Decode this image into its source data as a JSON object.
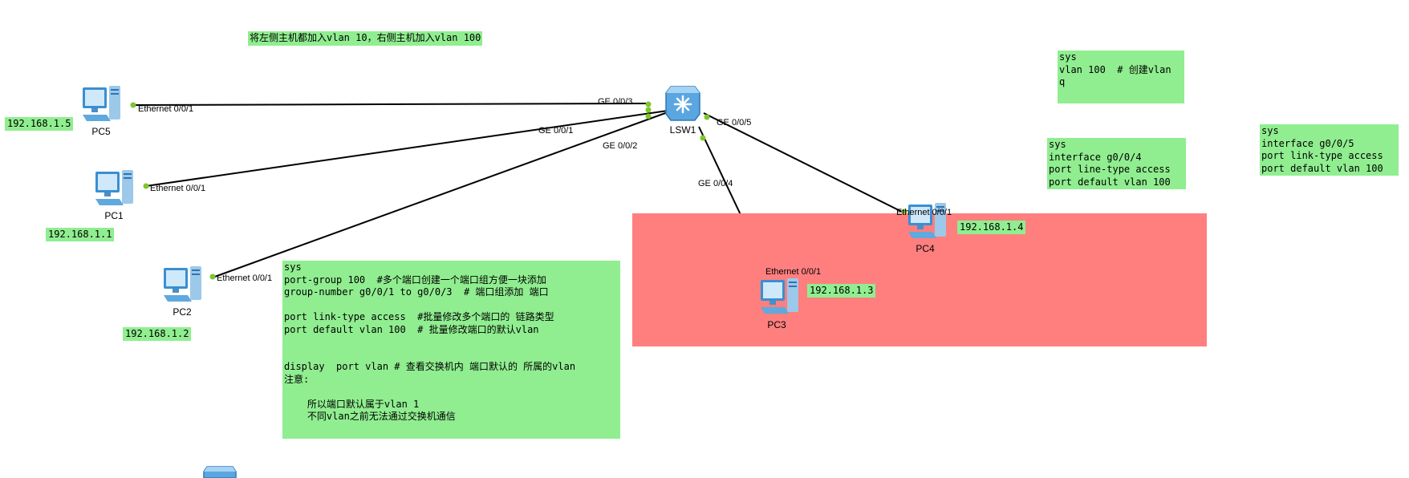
{
  "title_note": "将左侧主机都加入vlan 10，右侧主机加入vlan 100",
  "notes": {
    "create_vlan": "sys\nvlan 100  # 创建vlan\nq",
    "pc3_config": "sys\ninterface g0/0/4\nport line-type access\nport default vlan 100",
    "pc4_config": "sys\ninterface g0/0/5\nport link-type access\nport default vlan 100",
    "port_group": "sys\nport-group 100  #多个端口创建一个端口组方便一块添加\ngroup-number g0/0/1 to g0/0/3  # 端口组添加 端口\n\nport link-type access  #批量修改多个端口的 链路类型\nport default vlan 100  # 批量修改端口的默认vlan\n\n\ndisplay  port vlan # 查看交换机内 端口默认的 所属的vlan\n注意:\n\n    所以端口默认属于vlan 1\n    不同vlan之前无法通过交换机通信"
  },
  "devices": {
    "switch": "LSW1",
    "pc5": "PC5",
    "pc1": "PC1",
    "pc2": "PC2",
    "pc3": "PC3",
    "pc4": "PC4"
  },
  "ips": {
    "pc5": "192.168.1.5",
    "pc1": "192.168.1.1",
    "pc2": "192.168.1.2",
    "pc3": "192.168.1.3",
    "pc4": "192.168.1.4"
  },
  "ports": {
    "pc5_eth": "Ethernet 0/0/1",
    "pc1_eth": "Ethernet 0/0/1",
    "pc2_eth": "Ethernet 0/0/1",
    "pc3_eth": "Ethernet 0/0/1",
    "pc4_eth": "Ethernet 0/0/1",
    "sw_ge3": "GE 0/0/3",
    "sw_ge1": "GE 0/0/1",
    "sw_ge2": "GE 0/0/2",
    "sw_ge5": "GE 0/0/5",
    "sw_ge4": "GE 0/0/4"
  },
  "colors": {
    "note_bg": "#90ee90",
    "red_zone": "#ff7f7f",
    "link": "#000000",
    "port_dot": "#7dc62b"
  },
  "icons": {
    "pc": "pc-icon",
    "switch": "switch-icon"
  }
}
